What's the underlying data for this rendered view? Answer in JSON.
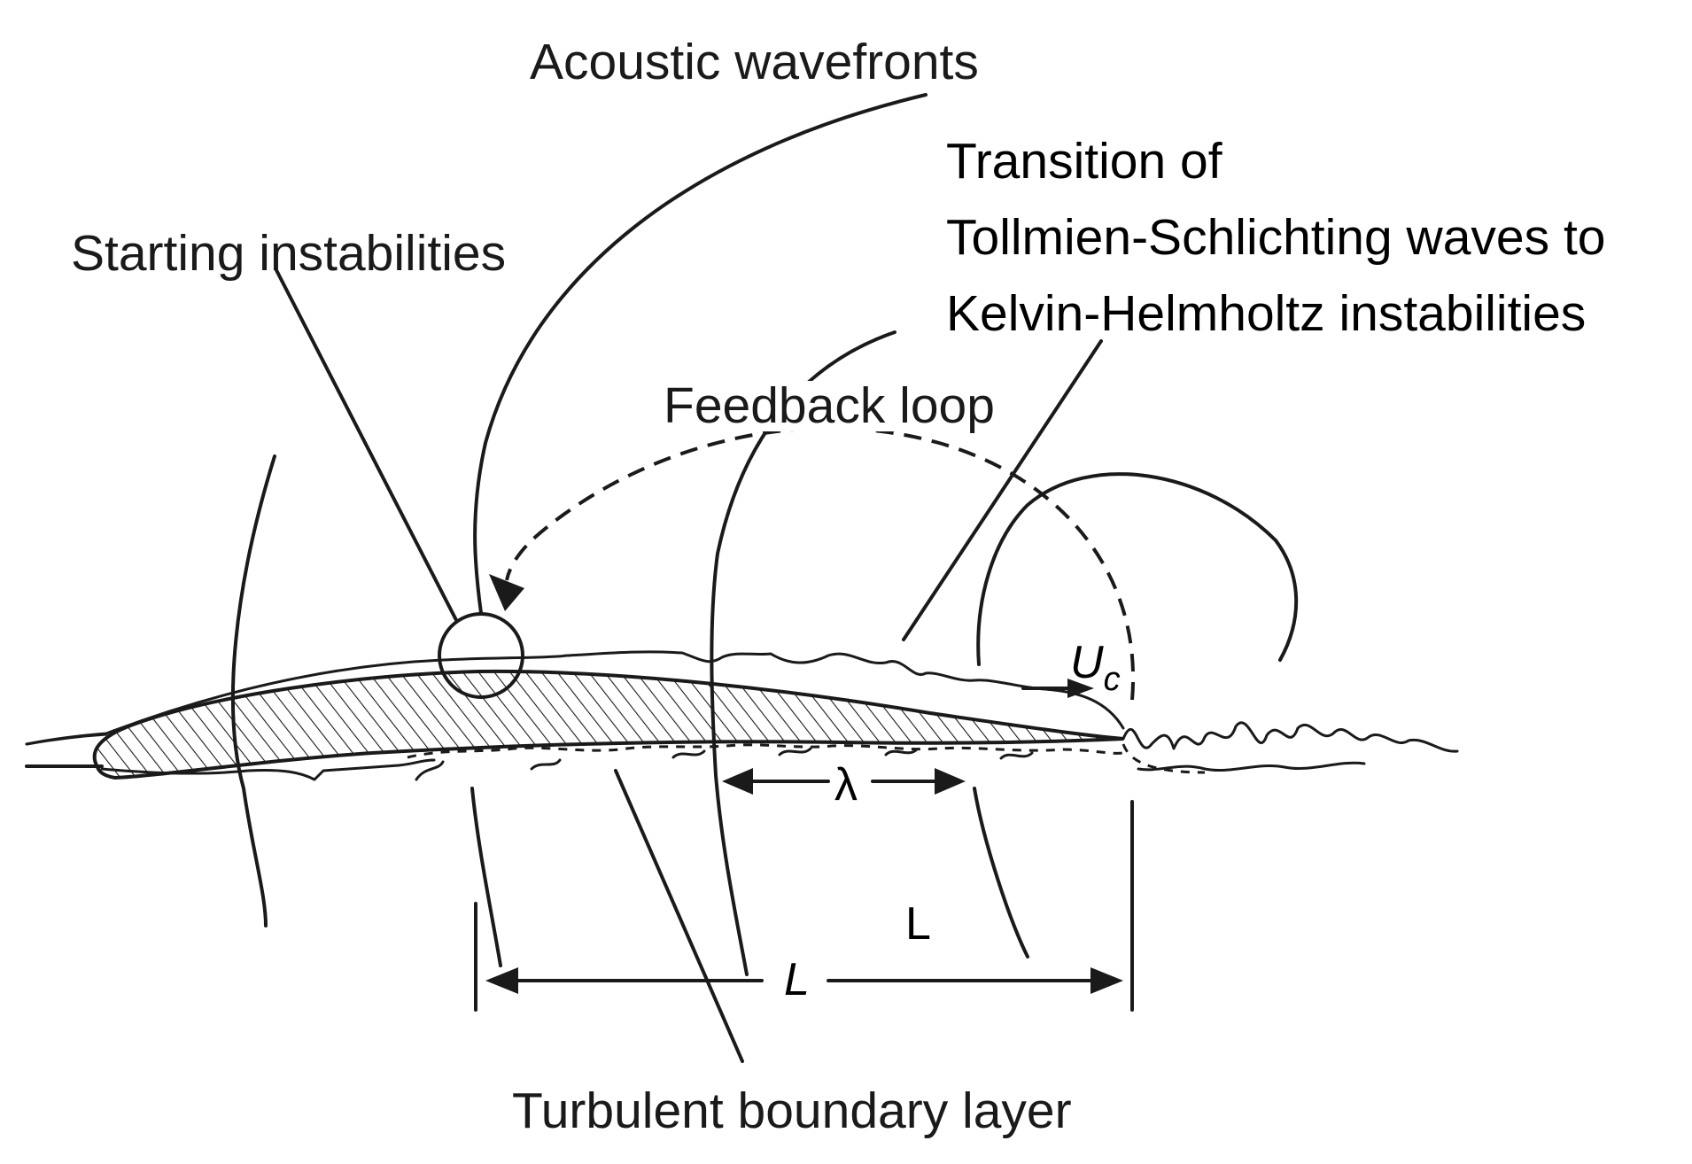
{
  "labels": {
    "acoustic_wavefronts": "Acoustic wavefronts",
    "transition_line1": "Transition of",
    "transition_line2": "Tollmien-Schlichting waves to",
    "transition_line3": "Kelvin-Helmholtz instabilities",
    "starting_instabilities": "Starting instabilities",
    "feedback_loop": "Feedback loop",
    "turbulent_boundary_layer": "Turbulent boundary layer"
  },
  "symbols": {
    "convection_velocity": "U",
    "convection_velocity_subscript": "c",
    "wavelength": "λ",
    "length_upper": "L",
    "length_lower": "L"
  },
  "colors": {
    "ink": "#1a1a1a",
    "background": "#ffffff"
  }
}
